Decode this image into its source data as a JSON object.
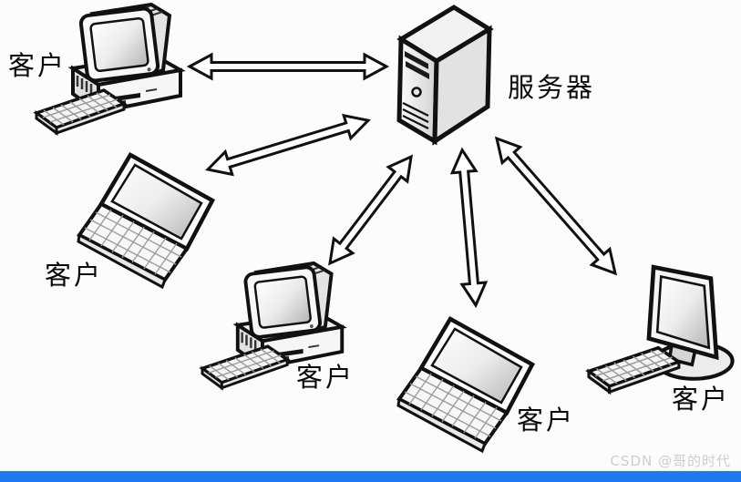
{
  "diagram": {
    "server": {
      "label": "服务器",
      "device": "server-tower",
      "position": "top-center"
    },
    "clients": [
      {
        "label": "客户",
        "device": "desktop-pc",
        "position": "top-left"
      },
      {
        "label": "客户",
        "device": "laptop",
        "position": "middle-left"
      },
      {
        "label": "客户",
        "device": "desktop-pc",
        "position": "bottom-center-left"
      },
      {
        "label": "客户",
        "device": "laptop",
        "position": "bottom-center"
      },
      {
        "label": "客户",
        "device": "lcd-monitor-with-keyboard",
        "position": "bottom-right"
      }
    ],
    "connections": [
      {
        "from": "client-top-left",
        "to": "server",
        "style": "double-headed-arrow"
      },
      {
        "from": "client-laptop-left",
        "to": "server",
        "style": "double-headed-arrow"
      },
      {
        "from": "client-desktop-bottom",
        "to": "server",
        "style": "double-headed-arrow"
      },
      {
        "from": "client-laptop-bottom",
        "to": "server",
        "style": "double-headed-arrow"
      },
      {
        "from": "client-monitor-right",
        "to": "server",
        "style": "double-headed-arrow"
      }
    ]
  },
  "watermark": {
    "text": "CSDN @哥的时代",
    "color": "#cdcdcd"
  },
  "footer_bar": {
    "color": "#1e7af0"
  },
  "colors": {
    "outline": "#111111",
    "background": "#fcfcfc"
  }
}
